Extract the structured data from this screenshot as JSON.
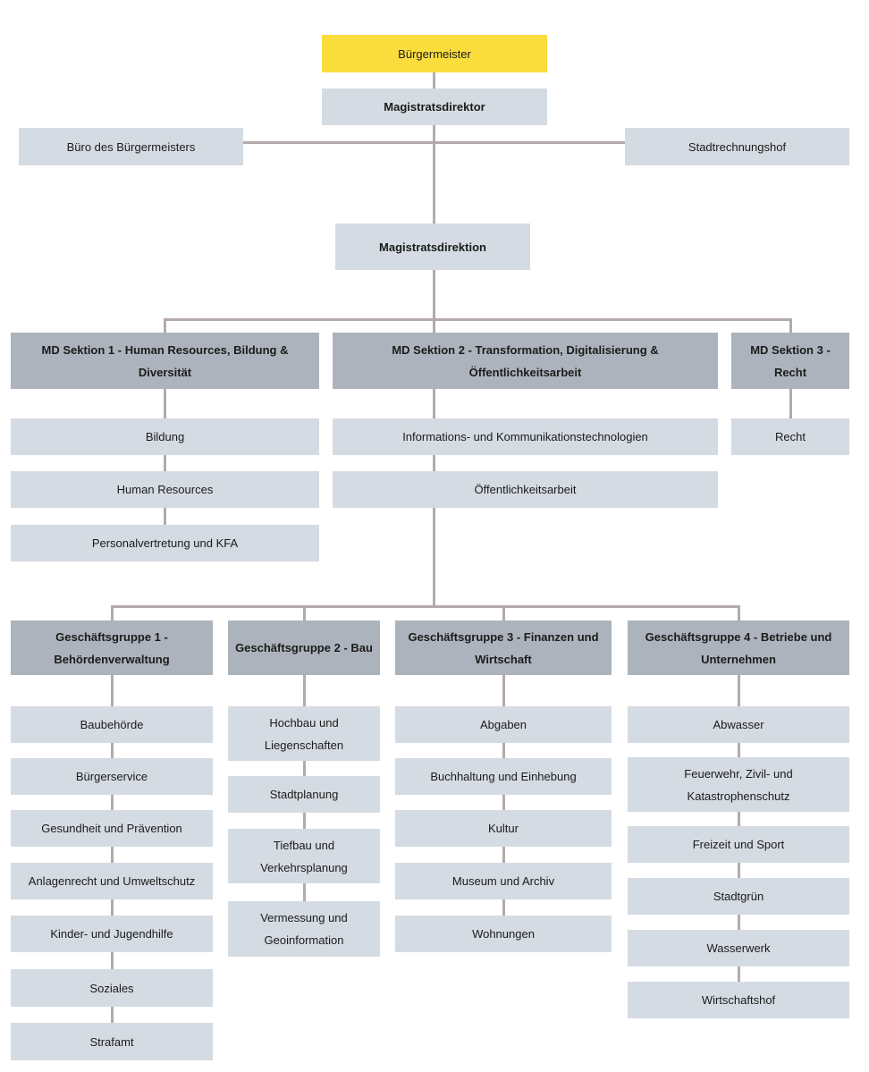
{
  "diagram_type": "organizational-chart",
  "colors": {
    "highlight_box": "#FBDC3D",
    "unit_box": "#D5DBE2",
    "header_box": "#ADB3BC",
    "connector": "#B4AAAA",
    "text": "#1B1B1B"
  },
  "nodes": {
    "buergermeister": "Bürgermeister",
    "magistratsdirektor": "Magistratsdirektor",
    "buero_des_buergermeisters": "Büro des Bürgermeisters",
    "stadtrechnungshof": "Stadtrechnungshof",
    "magistratsdirektion": "Magistratsdirektion",
    "md_sektion_1": "MD Sektion 1 - Human Resources, Bildung & Diversität",
    "md_sektion_2": "MD Sektion 2 - Transformation, Digitalisierung & Öffentlichkeitsarbeit",
    "md_sektion_3": "MD Sektion 3 - Recht",
    "bildung": "Bildung",
    "informations_und_kommunikationstechnologien": "Informations- und Kommunikationstechnologien",
    "recht": "Recht",
    "human_resources": "Human Resources",
    "oeffentlichkeitsarbeit": "Öffentlichkeitsarbeit",
    "personalvertretung_und_kfa": "Personalvertretung und KFA",
    "geschaeftsgruppe_1": "Geschäftsgruppe 1 - Behördenverwaltung",
    "geschaeftsgruppe_2": "Geschäftsgruppe 2 - Bau",
    "geschaeftsgruppe_3": "Geschäftsgruppe 3 - Finanzen und Wirtschaft",
    "geschaeftsgruppe_4": "Geschäftsgruppe 4 - Betriebe und Unternehmen",
    "baubehoerde": "Baubehörde",
    "buergerservice": "Bürgerservice",
    "gesundheit_und_praevention": "Gesundheit und Prävention",
    "anlagenrecht_und_umweltschutz": "Anlagenrecht und Umweltschutz",
    "kinder_und_jugendhilfe": "Kinder- und Jugendhilfe",
    "soziales": "Soziales",
    "strafamt": "Strafamt",
    "hochbau_und_liegenschaften": "Hochbau und Liegenschaften",
    "stadtplanung": "Stadtplanung",
    "tiefbau_und_verkehrsplanung": "Tiefbau und Verkehrsplanung",
    "vermessung_und_geoinformation": "Vermessung und Geoinformation",
    "abgaben": "Abgaben",
    "buchhaltung_und_einhebung": "Buchhaltung und Einhebung",
    "kultur": "Kultur",
    "museum_und_archiv": "Museum und Archiv",
    "wohnungen": "Wohnungen",
    "abwasser": "Abwasser",
    "feuerwehr_zivil_und_katastrophenschutz": "Feuerwehr, Zivil- und Katastrophenschutz",
    "freizeit_und_sport": "Freizeit und Sport",
    "stadtgruen": "Stadtgrün",
    "wasserwerk": "Wasserwerk",
    "wirtschaftshof": "Wirtschaftshof"
  }
}
